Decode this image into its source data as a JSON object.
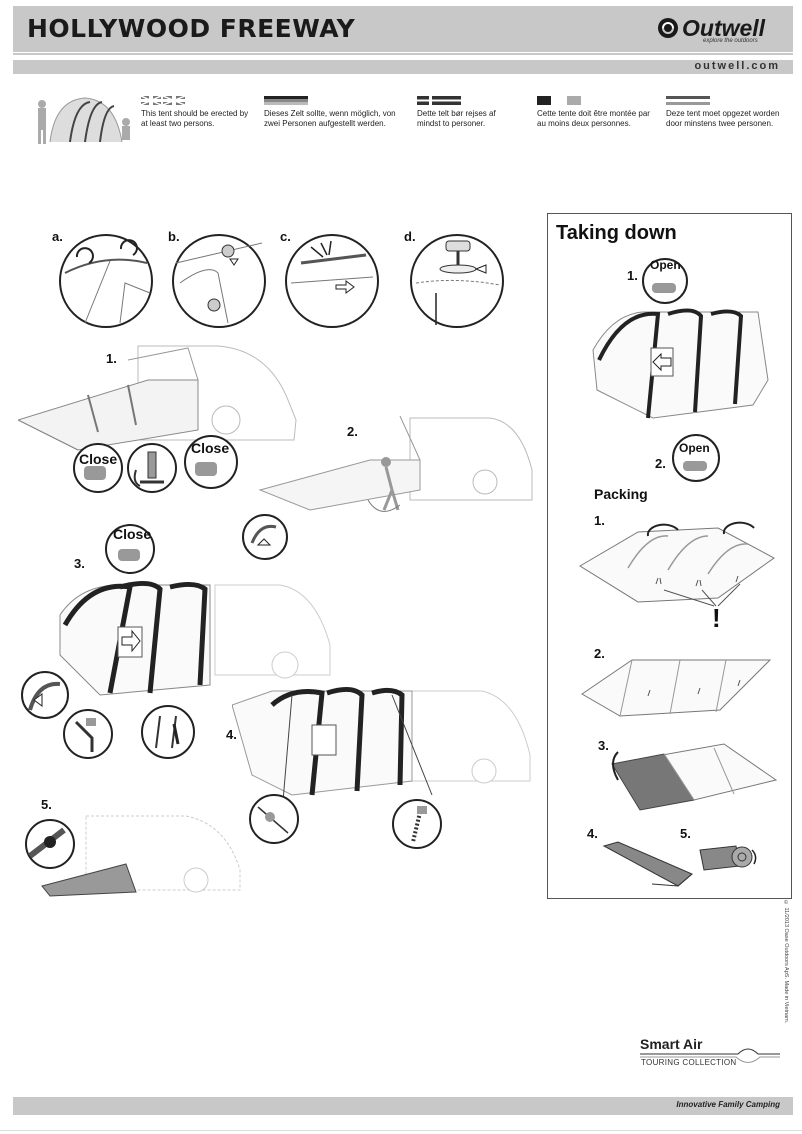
{
  "header": {
    "title": "HOLLYWOOD FREEWAY",
    "brand": "Outwell",
    "brand_tagline": "explore the outdoors",
    "url": "outwell.com"
  },
  "warnings": [
    {
      "lang": "en",
      "text": "This tent should be erected by at least two persons."
    },
    {
      "lang": "de",
      "text": "Dieses Zelt sollte, wenn möglich, von zwei Personen aufgestellt werden."
    },
    {
      "lang": "da",
      "text": "Dette telt bør rejses af mindst to personer."
    },
    {
      "lang": "fr",
      "text": "Cette tente doit être montée par au moins deux personnes."
    },
    {
      "lang": "nl",
      "text": "Deze tent moet opgezet worden door minstens twee personen."
    }
  ],
  "detail_steps": [
    "a.",
    "b.",
    "c.",
    "d."
  ],
  "setup_steps": [
    "1.",
    "2.",
    "3.",
    "4.",
    "5."
  ],
  "labels": {
    "close": "Close",
    "open": "Open"
  },
  "taking_down": {
    "title": "Taking down",
    "steps": [
      "1.",
      "2."
    ],
    "packing_title": "Packing",
    "packing_steps": [
      "1.",
      "2.",
      "3.",
      "4.",
      "5."
    ],
    "warning_mark": "!"
  },
  "copyright": "© 11/2013 Oase Outdoors ApS. Made in Vietnam.",
  "footer": {
    "collection_name": "Smart Air",
    "collection_sub": "TOURING COLLECTION",
    "slogan": "Innovative Family Camping"
  },
  "colors": {
    "bar": "#c8c8c8",
    "text": "#1a1a1a"
  }
}
